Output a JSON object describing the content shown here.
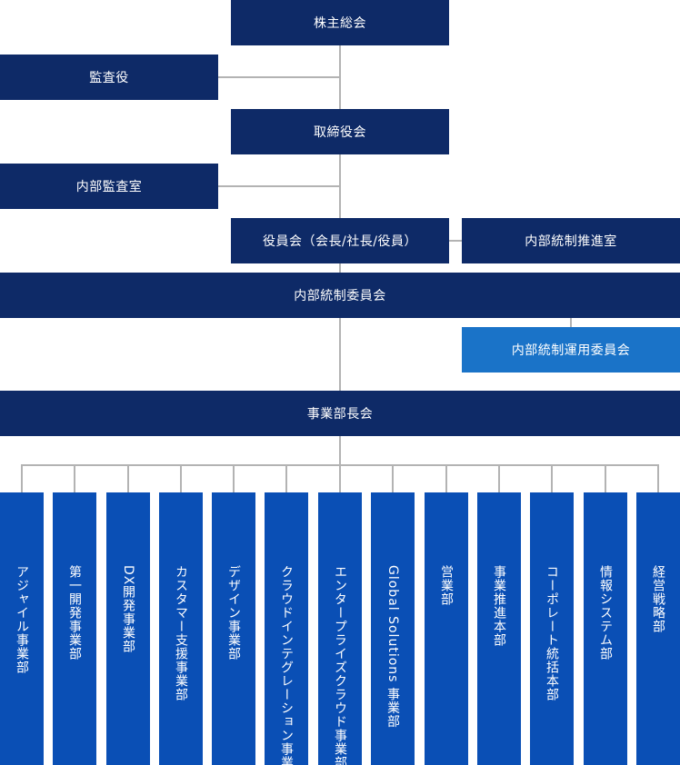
{
  "colors": {
    "navy": "#0e2a67",
    "blue": "#0a4fb5",
    "light_blue": "#1a73c8",
    "line": "#b3b3b3"
  },
  "nodes": {
    "shareholders": "株主総会",
    "auditors": "監査役",
    "board": "取締役会",
    "internal_audit": "内部監査室",
    "officers": "役員会（会長/社長/役員）",
    "ic_promotion": "内部統制推進室",
    "ic_committee": "内部統制委員会",
    "ic_operation": "内部統制運用委員会",
    "division_heads": "事業部長会"
  },
  "departments": [
    "アジャイル事業部",
    "第一開発事業部",
    "DX開発事業部",
    "カスタマー支援事業部",
    "デザイン事業部",
    "クラウドインテグレーション事業部",
    "エンタープライズクラウド事業部",
    "Global Solutions 事業部",
    "営業部",
    "事業推進本部",
    "コーポレート統括本部",
    "情報システム部",
    "経営戦略部"
  ]
}
